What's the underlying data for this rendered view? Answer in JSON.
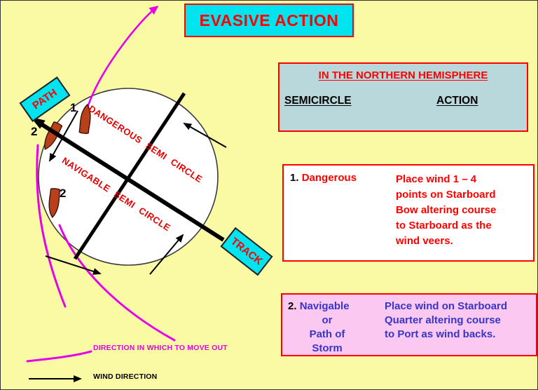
{
  "slide": {
    "title": "EVASIVE ACTION"
  },
  "diagram": {
    "path_label": "PATH",
    "track_label": "TRACK",
    "dangerous_semicircle_label": "DANGEROUS SEMI CIRCLE",
    "navigable_semicircle_label": "NAVIGABLE SEMI CIRCLE",
    "position_1": "1",
    "position_2_outer": "2",
    "position_2_inner": "2"
  },
  "legend": {
    "move_out": "DIRECTION IN WHICH TO MOVE OUT",
    "wind": "WIND DIRECTION"
  },
  "hemisphere_box": {
    "title": "IN THE NORTHERN HEMISPHERE",
    "semicircle_header": "SEMICIRCLE",
    "action_header": "ACTION"
  },
  "dangerous_box": {
    "number": "1.",
    "name": "Dangerous",
    "action_lines": [
      "Place wind 1 – 4",
      "points on Starboard",
      "Bow altering course",
      "to Starboard as the",
      "wind veers."
    ]
  },
  "navigable_box": {
    "number": "2.",
    "name": "Navigable",
    "name_lines": [
      "or",
      "Path of",
      "Storm"
    ],
    "action_lines": [
      "Place wind on Starboard",
      "Quarter altering course",
      "to Port as wind backs."
    ]
  },
  "colors": {
    "background": "#FAFAA5",
    "cyan_accent": "#00E4F0",
    "red_accent": "#FF0000",
    "magenta_accent": "#E800E8",
    "blue_text": "#3835C8",
    "hemisphere_bg": "#B8D8DB",
    "pink_bg": "#FAC8F0",
    "ship_fill": "#B8401A"
  }
}
